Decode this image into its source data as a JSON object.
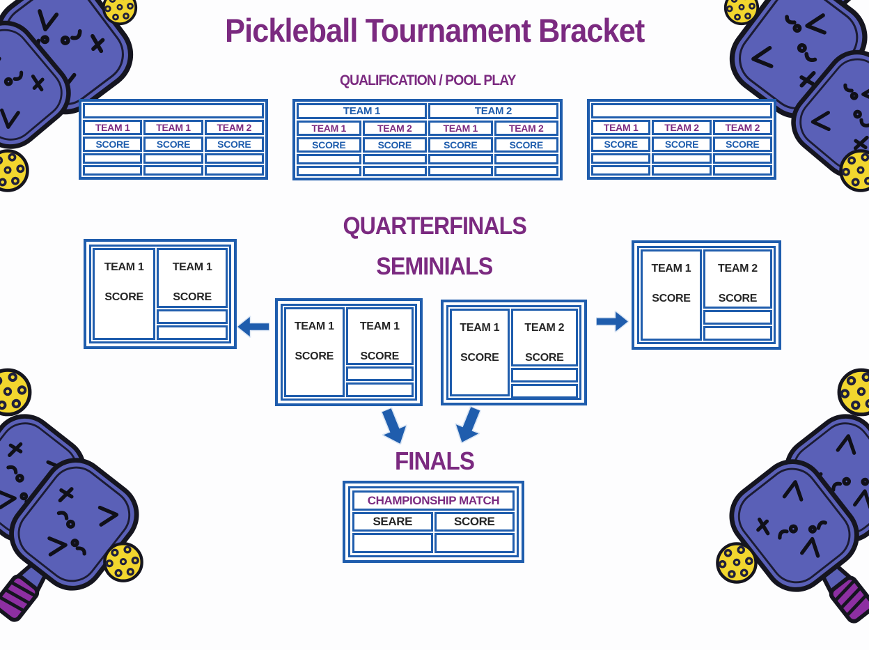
{
  "page": {
    "title": "Pickleball Tournament Bracket"
  },
  "headings": {
    "qualification": "QUALIFICATION / POOL PLAY",
    "quarterfinals": "QUARTERFINALS",
    "semifinals": "SEMINIALS",
    "finals": "FINALS"
  },
  "pool_tables": [
    {
      "teams": [
        "TEAM 1",
        "TEAM 1",
        "TEAM 2"
      ],
      "scores": [
        "SCORE",
        "SCORE",
        "SCORE"
      ]
    },
    {
      "group_headers": [
        "TEAM 1",
        "TEAM 2"
      ],
      "teams": [
        "TEAM 1",
        "TEAM 2",
        "TEAM 1",
        "TEAM 2"
      ],
      "scores": [
        "SCORE",
        "SCORE",
        "SCORE",
        "SCORE"
      ]
    },
    {
      "teams": [
        "TEAM 1",
        "TEAM 2",
        "TEAM 2"
      ],
      "scores": [
        "SCORE",
        "SCORE",
        "SCORE"
      ]
    }
  ],
  "matches": {
    "quarterfinal_left": {
      "left_team": "TEAM 1",
      "left_score": "SCORE",
      "right_team": "TEAM 1",
      "right_score": "SCORE"
    },
    "semifinal_left": {
      "left_team": "TEAM 1",
      "left_score": "SCORE",
      "right_team": "TEAM 1",
      "right_score": "SCORE"
    },
    "semifinal_right": {
      "left_team": "TEAM 1",
      "left_score": "SCORE",
      "right_team": "TEAM 2",
      "right_score": "SCORE"
    },
    "quarterfinal_right": {
      "left_team": "TEAM 1",
      "left_score": "SCORE",
      "right_team": "TEAM 2",
      "right_score": "SCORE"
    }
  },
  "finals_match": {
    "header": "CHAMPIONSHIP MATCH",
    "left_label": "SEARE",
    "right_label": "SCORE"
  },
  "colors": {
    "heading_purple": "#7b2a80",
    "bracket_blue": "#1f5dad",
    "match_text": "#262626",
    "paddle_blue": "#5a60b7",
    "handle_purple": "#8d2fa2",
    "ball_yellow": "#f2d62e",
    "outline_black": "#15151f"
  }
}
